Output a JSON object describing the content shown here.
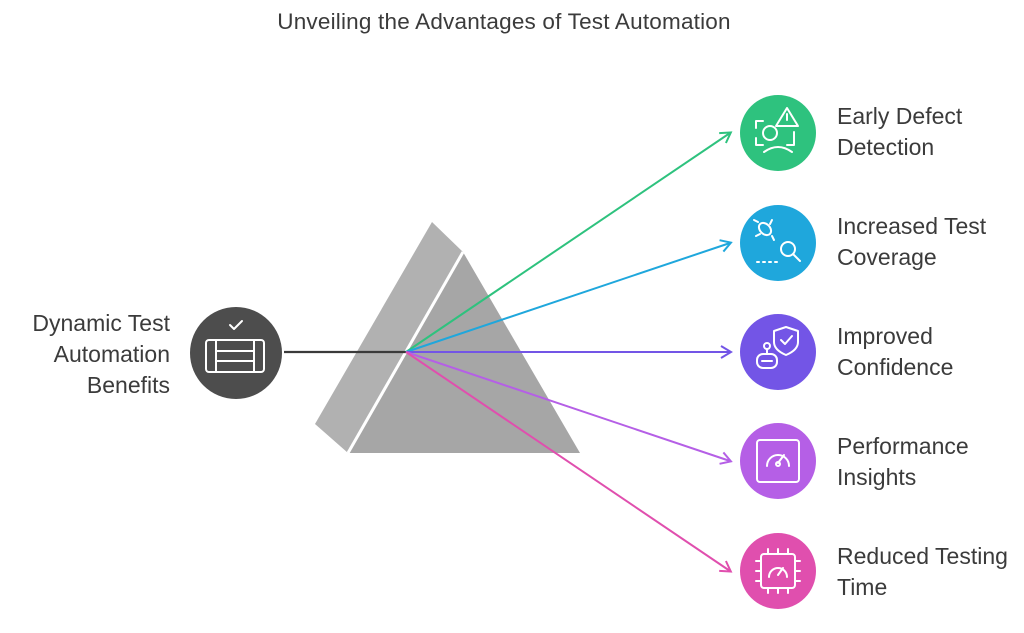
{
  "title": "Unveiling the Advantages of Test Automation",
  "source": {
    "lines": [
      "Dynamic Test",
      "Automation",
      "Benefits"
    ],
    "icon": "checklist-icon",
    "color": "#4d4d4d"
  },
  "outputs": [
    {
      "lines": [
        "Early Defect",
        "Detection"
      ],
      "icon": "defect-detection-icon",
      "color": "#2ec27e"
    },
    {
      "lines": [
        "Increased Test",
        "Coverage"
      ],
      "icon": "bug-search-icon",
      "color": "#1fa7dc"
    },
    {
      "lines": [
        "Improved",
        "Confidence"
      ],
      "icon": "robot-shield-icon",
      "color": "#7355e6"
    },
    {
      "lines": [
        "Performance",
        "Insights"
      ],
      "icon": "gauge-icon",
      "color": "#b55fe6"
    },
    {
      "lines": [
        "Reduced Testing",
        "Time"
      ],
      "icon": "chip-gauge-icon",
      "color": "#e04fae"
    }
  ],
  "prism_color": "#a6a6a6"
}
